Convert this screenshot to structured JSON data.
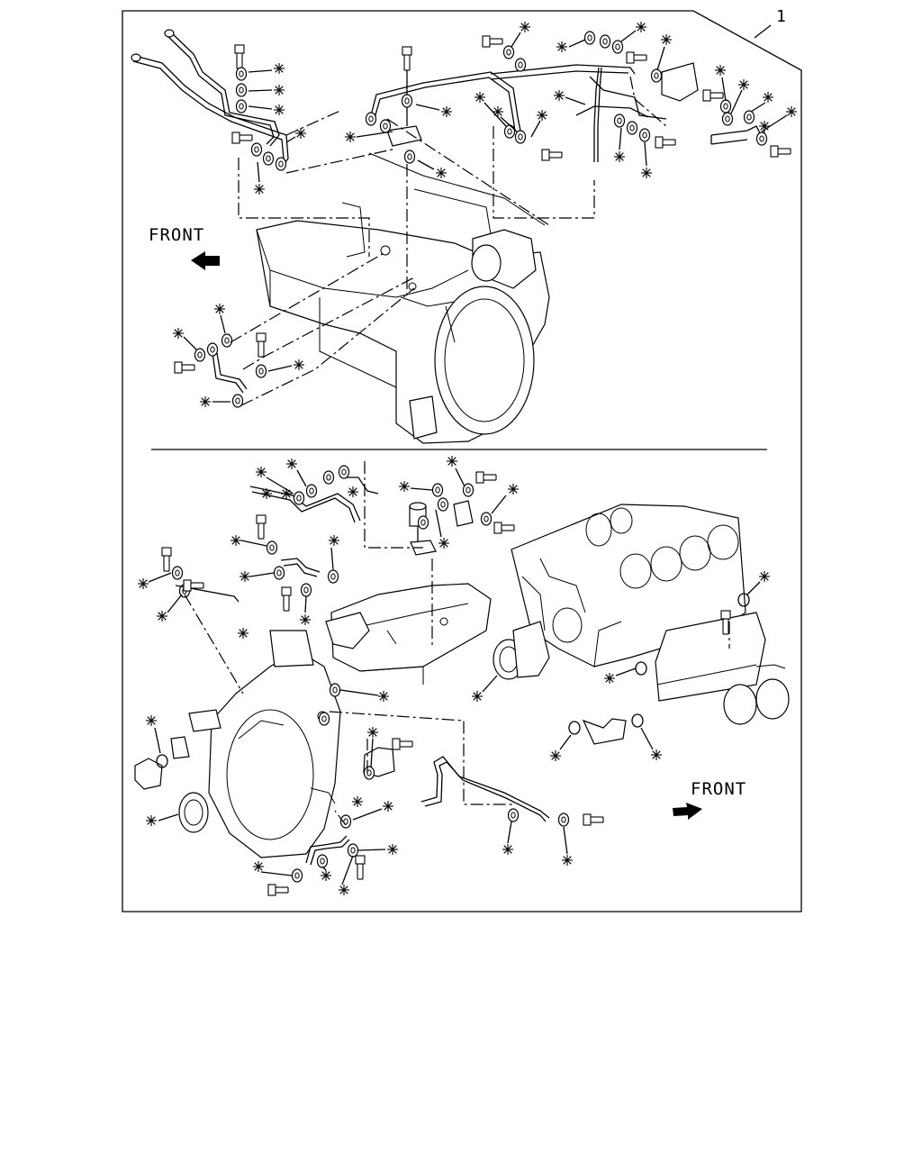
{
  "callout": {
    "number": "1"
  },
  "top_view": {
    "front_label": "FRONT"
  },
  "bottom_view": {
    "front_label": "FRONT"
  },
  "legend": {
    "asterisk_meaning_icon": "asterisk-icon"
  }
}
